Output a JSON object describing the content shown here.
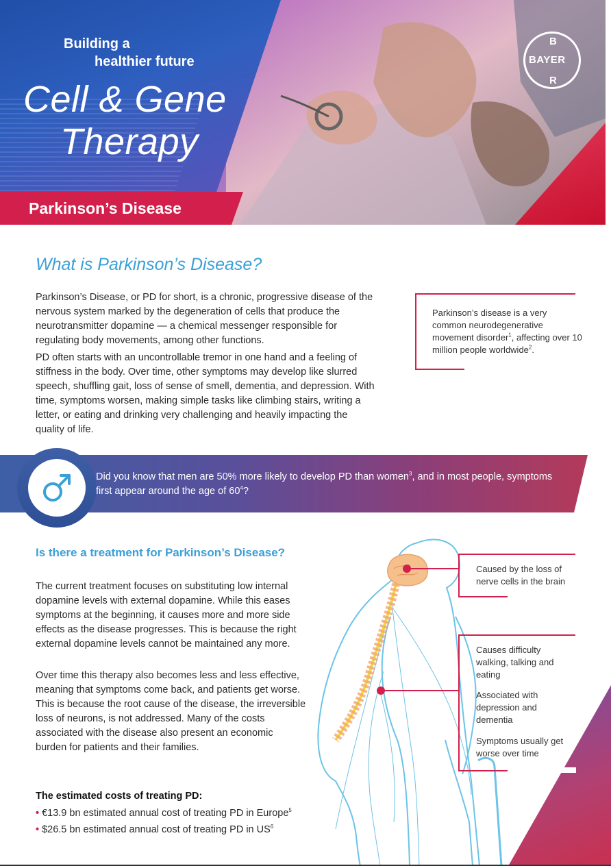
{
  "header": {
    "tagline_line1": "Building a",
    "tagline_line2": "healthier future",
    "title_line1": "Cell & Gene",
    "title_line2": "Therapy",
    "banner": "Parkinson’s Disease",
    "logo": {
      "top": "B",
      "left": "B",
      "middle": "AYER",
      "bottom": "R",
      "horizontal": "BAYER",
      "vertical": "BAYER"
    }
  },
  "section1": {
    "heading": "What is Parkinson’s Disease?",
    "paragraph1": "Parkinson’s Disease, or PD for short, is a chronic, progressive disease of the nervous system marked by the degeneration of cells that produce the neurotransmitter dopamine — a chemical messenger responsible for regulating body movements, among other functions.",
    "paragraph2": "PD often starts with an uncontrollable tremor in one hand and a feeling of stiffness in the body. Over time, other symptoms may develop like slurred speech, shuffling gait, loss of sense of smell, dementia, and depression. With time, symptoms worsen, making simple tasks like climbing stairs, writing a letter, or eating and drinking very challenging and heavily impacting the quality of life.",
    "callout": {
      "text_a": "Parkinson’s disease is a very common neurodegenerative movement disorder",
      "ref_a": "1",
      "text_b": ", affecting over 10 million people worldwide",
      "ref_b": "2",
      "text_c": "."
    }
  },
  "fact_band": {
    "icon": "male-symbol-icon",
    "text_a": "Did you know that men are 50% more likely to develop PD than women",
    "ref_a": "3",
    "text_b": ", and in most people, symptoms first appear around the age of 60",
    "ref_b": "4",
    "text_c": "?"
  },
  "section2": {
    "heading": "Is there a treatment for Parkinson’s Disease?",
    "paragraph1": "The current treatment focuses on substituting low internal dopamine levels with external dopamine. While this eases symptoms at the beginning, it causes more and more side effects as the disease progresses. This is because the right external dopamine levels cannot be maintained any more.",
    "paragraph2": "Over time this therapy also becomes less and less effective, meaning that symptoms come back, and patients get worse. This is because the root cause of the disease, the irreversible loss of neurons, is not addressed. Many of the costs associated with the disease also present an economic burden for patients and their families.",
    "costs_title": "The estimated costs of treating PD:",
    "costs": [
      {
        "bullet": "•",
        "text": "€13.9 bn estimated annual cost of treating PD in Europe",
        "ref": "5"
      },
      {
        "bullet": "•",
        "text": "$26.5 bn estimated annual cost of treating PD in US",
        "ref": "6"
      }
    ],
    "figure_labels": {
      "brain": "Caused by the loss of nerve cells in the brain",
      "walking": "Causes difficulty walking, talking and eating",
      "depression": "Associated with depression and dementia",
      "worse": "Symptoms usually get worse over time"
    }
  },
  "colors": {
    "accent_red": "#d21f4b",
    "heading_blue": "#3aa0d8",
    "band_blue": "#3e5fa6"
  }
}
